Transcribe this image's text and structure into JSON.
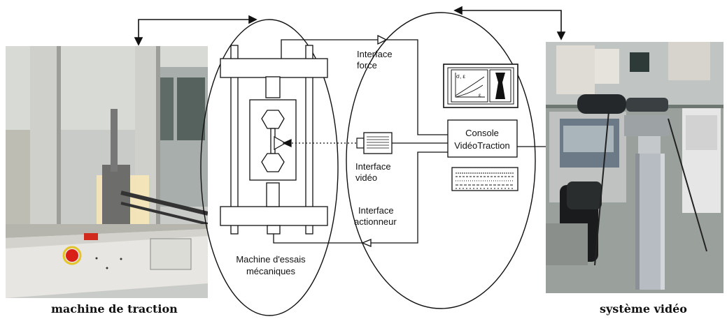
{
  "captions": {
    "left_photo": "machine de traction",
    "right_photo": "système vidéo"
  },
  "diagram": {
    "interface_force_line1": "Interface",
    "interface_force_line2": "force",
    "interface_video_line1": "Interface",
    "interface_video_line2": "vidéo",
    "interface_actuator_line1": "Interface",
    "interface_actuator_line2": "actionneur",
    "console_line1": "Console",
    "console_line2": "VidéoTraction",
    "machine_line1": "Machine d'essais",
    "machine_line2": "mécaniques",
    "plot_axis_y": "σ, ε",
    "plot_axis_x": "ε"
  },
  "colors": {
    "line": "#111111",
    "machine_housing": "#e8e6e2",
    "machine_column": "#c8c8c4",
    "lab_wall": "#b9bcbc",
    "video_tower": "#b7bcc2",
    "stop_button": "#d82018",
    "lamp_glow": "#f6e6b8"
  },
  "icons": [
    "camera-icon",
    "stress-strain-plot-icon",
    "specimen-icon",
    "graph-display-icon",
    "data-strip-icon"
  ]
}
